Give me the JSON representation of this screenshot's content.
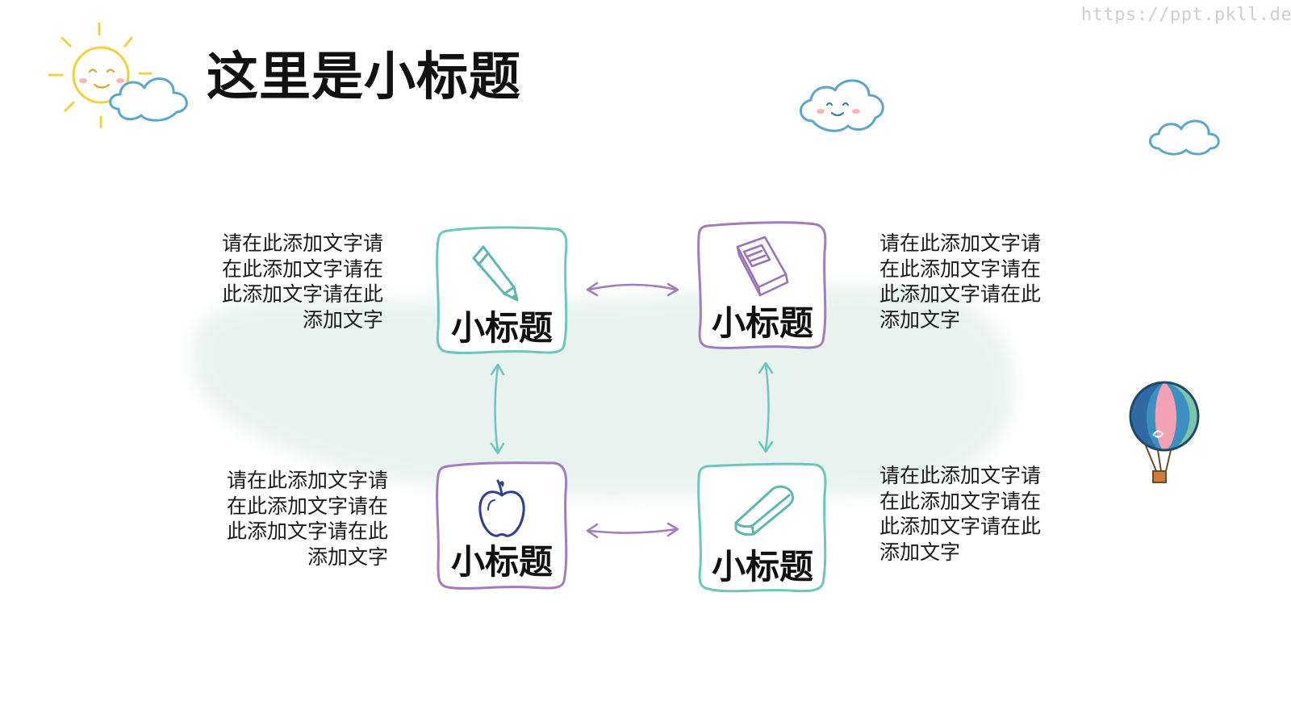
{
  "watermark": "https://ppt.pkll.de",
  "title": "这里是小标题",
  "cards": [
    {
      "label": "小标题",
      "icon": "pencil-icon"
    },
    {
      "label": "小标题",
      "icon": "book-icon"
    },
    {
      "label": "小标题",
      "icon": "apple-icon"
    },
    {
      "label": "小标题",
      "icon": "eraser-icon"
    }
  ],
  "descriptions": [
    "请在此添加文字请在此添加文字请在此添加文字请在此添加文字",
    "请在此添加文字请在此添加文字请在此添加文字请在此添加文字",
    "请在此添加文字请在此添加文字请在此添加文字请在此添加文字",
    "请在此添加文字请在此添加文字请在此添加文字请在此添加文字"
  ],
  "colors": {
    "teal": "#6cc6bc",
    "purple": "#a27bc0",
    "blob": "#e4f2ee",
    "sun": "#f4d03f",
    "cloud": "#5aa6cf"
  }
}
